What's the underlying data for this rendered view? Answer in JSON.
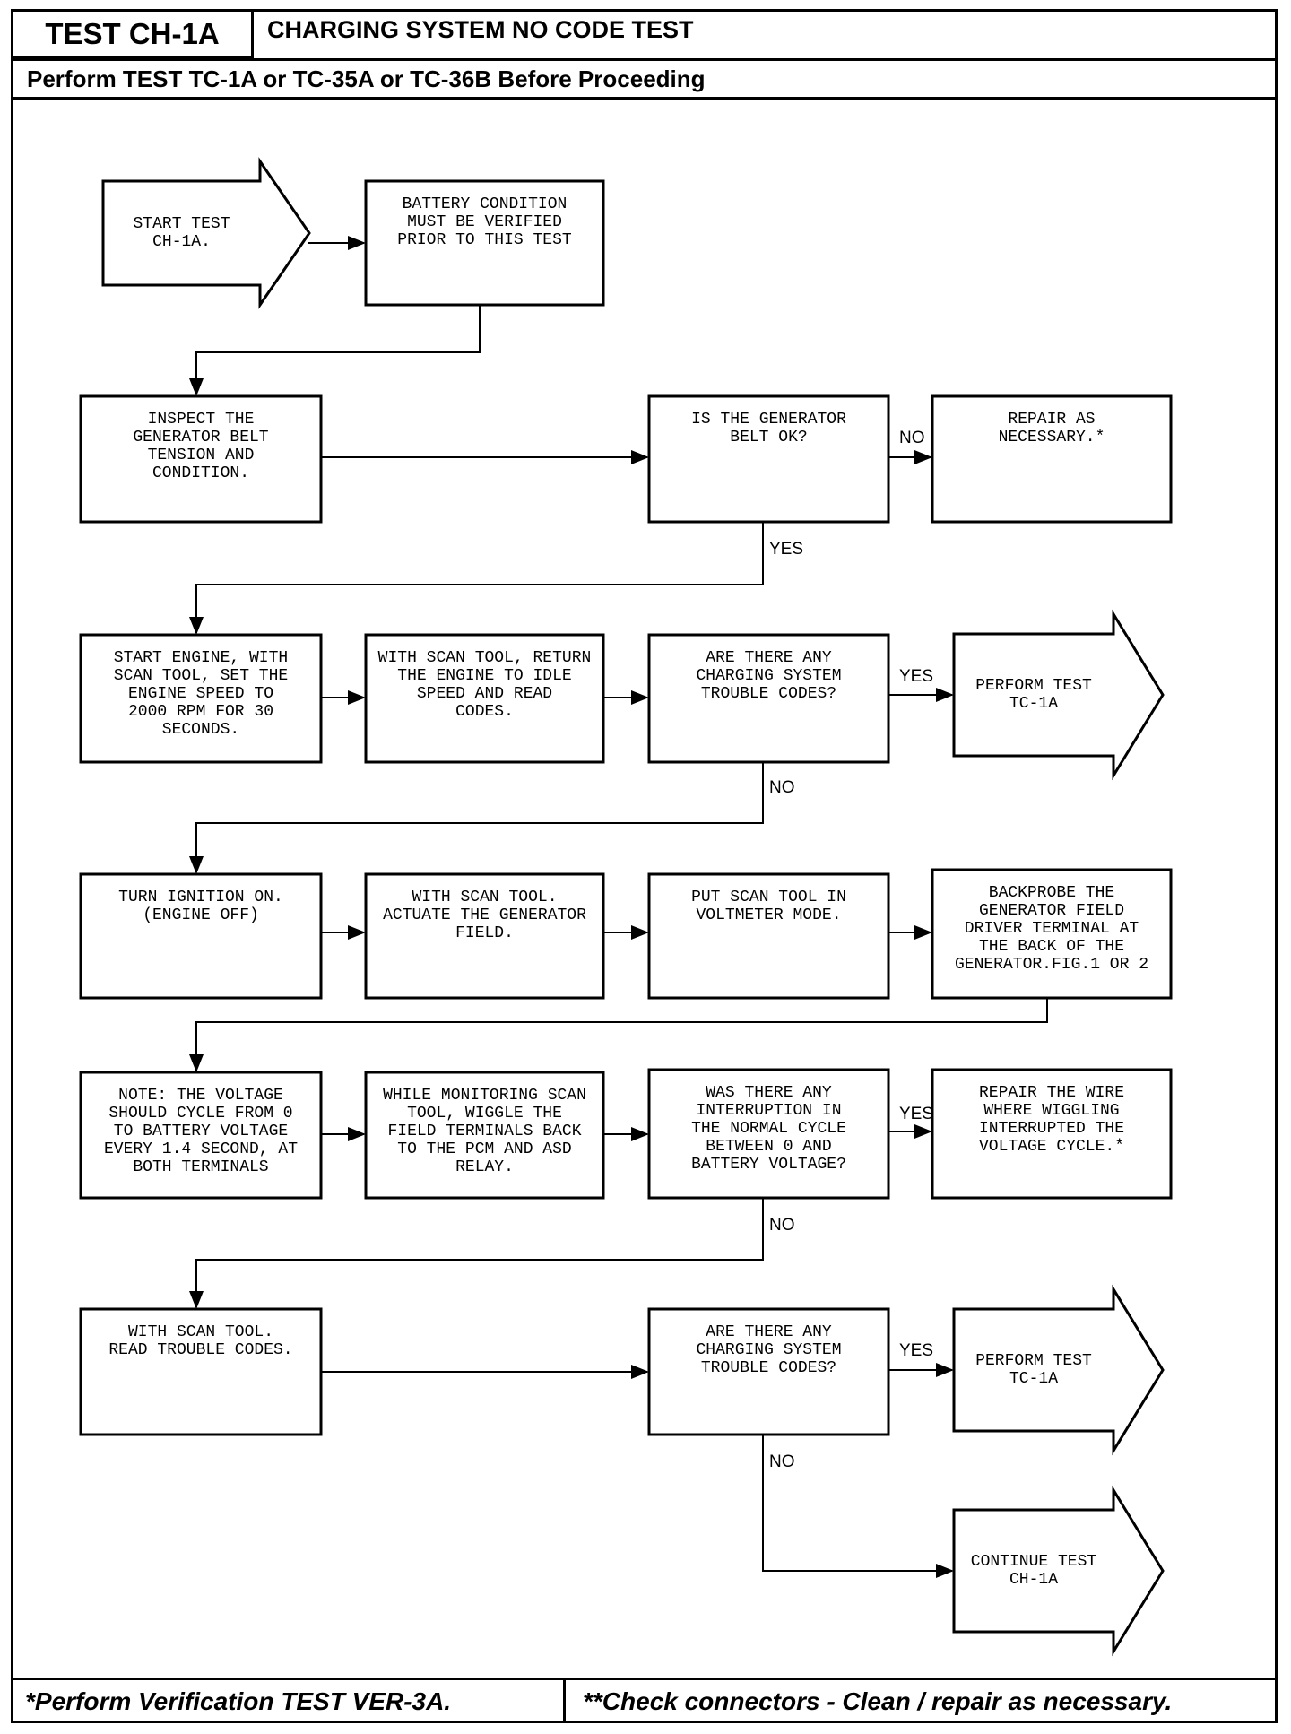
{
  "header": {
    "test_id": "TEST CH-1A",
    "title": "CHARGING SYSTEM NO CODE TEST",
    "prerequisite": "Perform TEST TC-1A or TC-35A or TC-36B Before Proceeding"
  },
  "footer": {
    "left": "*Perform Verification TEST VER-3A.",
    "right": "**Check connectors - Clean / repair as necessary."
  },
  "nodes": {
    "start": [
      "START TEST",
      "CH-1A."
    ],
    "battery": [
      "BATTERY CONDITION",
      "MUST BE VERIFIED",
      "PRIOR TO THIS TEST"
    ],
    "inspect_belt": [
      "INSPECT THE",
      "GENERATOR BELT",
      "TENSION AND",
      "CONDITION."
    ],
    "belt_ok": [
      "IS THE GENERATOR",
      "BELT OK?"
    ],
    "repair_1": [
      "REPAIR AS",
      "NECESSARY.*"
    ],
    "start_engine": [
      "START ENGINE, WITH",
      "SCAN TOOL, SET THE",
      "ENGINE SPEED TO",
      "2000 RPM FOR 30",
      "SECONDS."
    ],
    "return_idle": [
      "WITH SCAN TOOL, RETURN",
      "THE ENGINE TO IDLE",
      "SPEED AND READ",
      "CODES."
    ],
    "codes_q1": [
      "ARE THERE ANY",
      "CHARGING SYSTEM",
      "TROUBLE CODES?"
    ],
    "perform_tc1": [
      "PERFORM TEST",
      "TC-1A"
    ],
    "ignition_on": [
      "TURN IGNITION ON.",
      "(ENGINE OFF)"
    ],
    "actuate": [
      "WITH SCAN TOOL.",
      "ACTUATE THE GENERATOR",
      "FIELD."
    ],
    "voltmeter": [
      "PUT SCAN TOOL IN",
      "VOLTMETER MODE."
    ],
    "backprobe": [
      "BACKPROBE THE",
      "GENERATOR FIELD",
      "DRIVER TERMINAL AT",
      "THE BACK OF THE",
      "GENERATOR.FIG.1 OR 2"
    ],
    "note": [
      "NOTE: THE VOLTAGE",
      "SHOULD CYCLE FROM 0",
      "TO BATTERY VOLTAGE",
      "EVERY 1.4 SECOND, AT",
      "BOTH TERMINALS"
    ],
    "wiggle": [
      "WHILE MONITORING SCAN",
      "TOOL, WIGGLE THE",
      "FIELD TERMINALS BACK",
      "TO THE PCM AND ASD",
      "RELAY."
    ],
    "interruption_q": [
      "WAS THERE ANY",
      "INTERRUPTION IN",
      "THE NORMAL CYCLE",
      "BETWEEN 0 AND",
      "BATTERY VOLTAGE?"
    ],
    "repair_wire": [
      "REPAIR THE WIRE",
      "WHERE WIGGLING",
      "INTERRUPTED THE",
      "VOLTAGE CYCLE.*"
    ],
    "read_codes": [
      "WITH SCAN TOOL.",
      "READ TROUBLE CODES."
    ],
    "codes_q2": [
      "ARE THERE ANY",
      "CHARGING SYSTEM",
      "TROUBLE CODES?"
    ],
    "perform_tc1_b": [
      "PERFORM TEST",
      "TC-1A"
    ],
    "continue": [
      "CONTINUE TEST",
      "CH-1A"
    ]
  },
  "labels": {
    "no": "NO",
    "yes": "YES",
    "yes_2": "YES",
    "no_2": "NO",
    "yes_3": "YES",
    "no_3": "NO",
    "yes_4": "YES",
    "no_4": "NO"
  },
  "colors": {
    "ink": "#000000",
    "paper": "#ffffff"
  }
}
